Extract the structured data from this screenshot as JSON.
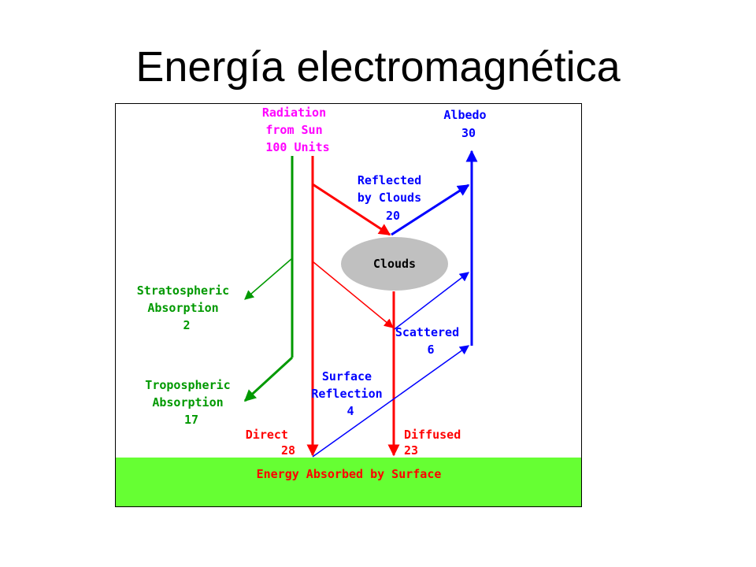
{
  "title": "Energía electromagnética",
  "colors": {
    "sun": "#ff00ff",
    "red": "#ff0000",
    "blue": "#0000ff",
    "green": "#009900",
    "surface": "#66ff33",
    "cloud": "#c0c0c0"
  },
  "diagram": {
    "radiation": [
      "Radiation",
      "from Sun",
      "100 Units"
    ],
    "albedo": [
      "Albedo",
      "30"
    ],
    "reflected": [
      "Reflected",
      "by Clouds",
      "20"
    ],
    "clouds": "Clouds",
    "stratospheric": [
      "Stratospheric",
      "Absorption",
      "2"
    ],
    "scattered": [
      "Scattered",
      "6"
    ],
    "tropospheric": [
      "Tropospheric",
      "Absorption",
      "17"
    ],
    "surface_reflection": [
      "Surface",
      "Reflection",
      "4"
    ],
    "direct": [
      "Direct",
      "28"
    ],
    "diffused": [
      "Diffused",
      "23"
    ],
    "surface": "Energy Absorbed by Surface"
  }
}
